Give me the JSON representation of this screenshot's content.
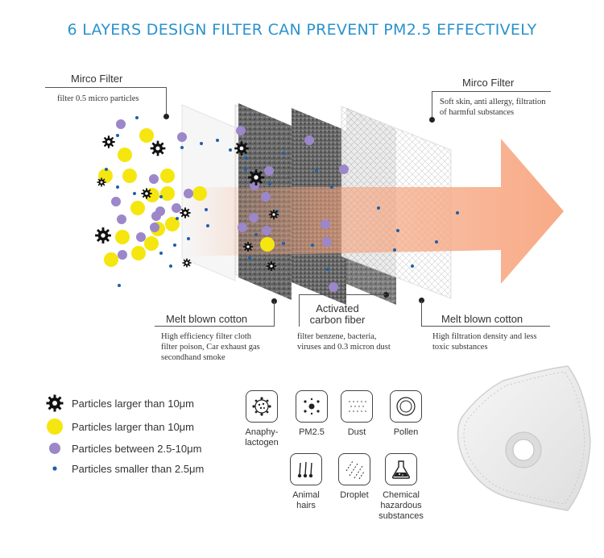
{
  "header": {
    "title": "6 LAYERS DESIGN FILTER CAN PREVENT PM2.5 EFFECTIVELY"
  },
  "callouts": {
    "top_left": {
      "title": "Mirco Filter",
      "desc": "filter 0.5 micro particles"
    },
    "top_right": {
      "title": "Mirco Filter",
      "desc_lines": [
        "Soft skin, anti allergy, filtration",
        "of harmful substances"
      ]
    },
    "melt_left": {
      "title": "Melt blown cotton",
      "desc_lines": [
        "High efficiency filter cloth",
        "filter poison, Car exhaust gas",
        "secondhand smoke"
      ]
    },
    "carbon": {
      "title_lines": [
        "Activated",
        "carbon fiber"
      ],
      "desc_lines": [
        "filter benzene, bacteria,",
        "viruses and 0.3 micron dust"
      ]
    },
    "melt_right": {
      "title": "Melt blown cotton",
      "desc_lines": [
        "High filtration density and less",
        "toxic substances"
      ]
    }
  },
  "legend": [
    {
      "icon": "gear-particle",
      "label": "Particles larger than 10μm"
    },
    {
      "icon": "yellow-circle",
      "label": "Particles larger than 10μm"
    },
    {
      "icon": "purple-circle",
      "label": "Particles between 2.5-10μm"
    },
    {
      "icon": "small-blue-dot",
      "label": "Particles smaller than 2.5μm"
    }
  ],
  "pollutants": [
    {
      "icon": "anaphylactogen-icon",
      "label_lines": [
        "Anaphy-",
        "lactogen"
      ]
    },
    {
      "icon": "pm25-icon",
      "label_lines": [
        "PM2.5"
      ]
    },
    {
      "icon": "dust-icon",
      "label_lines": [
        "Dust"
      ]
    },
    {
      "icon": "pollen-icon",
      "label_lines": [
        "Pollen"
      ]
    },
    {
      "icon": "animal-hairs-icon",
      "label_lines": [
        "Animal",
        "hairs"
      ]
    },
    {
      "icon": "droplet-icon",
      "label_lines": [
        "Droplet"
      ]
    },
    {
      "icon": "chemical-icon",
      "label_lines": [
        "Chemical",
        "hazardous",
        "substances"
      ]
    }
  ],
  "colors": {
    "title": "#2a93cc",
    "yellow_particle": "#f5e60f",
    "purple_particle": "#9b87c9",
    "blue_particle": "#1f5fa8",
    "arrow": "#f5a27a"
  }
}
